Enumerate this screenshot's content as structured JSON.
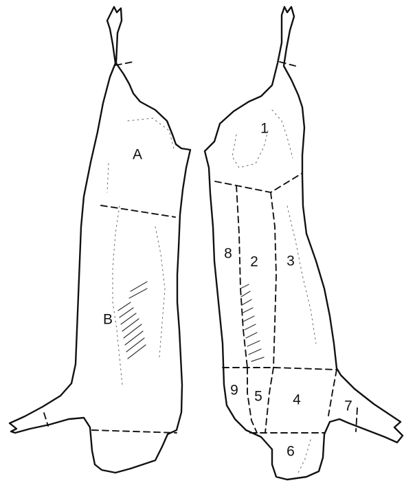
{
  "diagram": {
    "left_side": {
      "labels": {
        "a": "A",
        "b": "B"
      }
    },
    "right_side": {
      "labels": {
        "c1": "1",
        "c2": "2",
        "c3": "3",
        "c4": "4",
        "c5": "5",
        "c6": "6",
        "c7": "7",
        "c8": "8",
        "c9": "9"
      }
    },
    "colors": {
      "ink": "#111111",
      "background": "#ffffff"
    }
  }
}
